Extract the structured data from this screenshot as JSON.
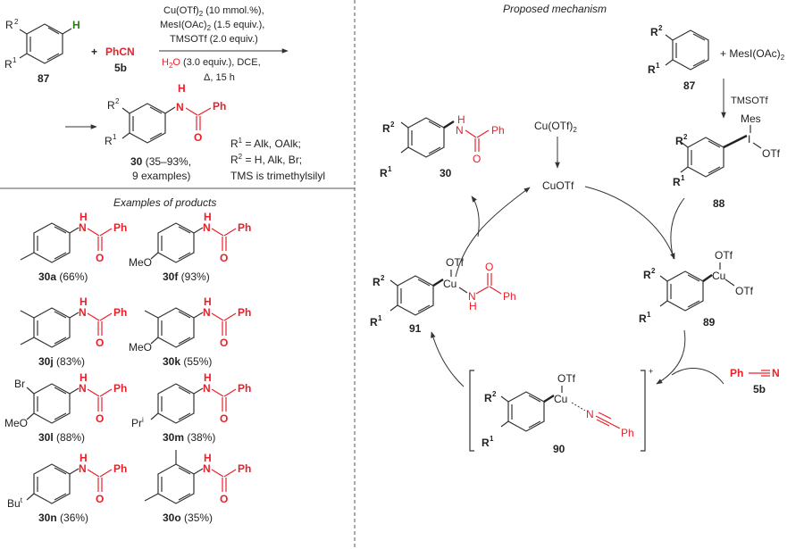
{
  "scheme": {
    "reactant": {
      "label": "87",
      "r1": "R",
      "r2": "R",
      "h": "H"
    },
    "plus": "+",
    "reagent": {
      "formula": "PhCN",
      "label": "5b"
    },
    "conditions": {
      "line1": "Cu(OTf)",
      "line1_sub": "2",
      "line1_rest": " (10 mmol.%),",
      "line2": "MesI(OAc)",
      "line2_sub": "2",
      "line2_rest": " (1.5 equiv.),",
      "line3": "TMSOTf (2.0 equiv.)",
      "line4_red": "H",
      "line4_sub": "2",
      "line4_red2": "O",
      "line4_rest": " (3.0 equiv.), DCE,",
      "line5": "Δ, 15 h"
    },
    "product": {
      "label": "30",
      "yield_text": " (35–93%,",
      "examples": "9 examples)",
      "nh": "N",
      "h": "H",
      "ph": "Ph",
      "o": "O"
    },
    "notes": {
      "r1_def": " = Alk, OAlk;",
      "r2_def": " = H, Alk, Br;",
      "tms": "TMS is trimethylsilyl"
    }
  },
  "examples": {
    "title": "Examples of products",
    "items": [
      {
        "label": "30a",
        "yield": "(66%)",
        "substituent": ""
      },
      {
        "label": "30f",
        "yield": "(93%)",
        "substituent": "MeO"
      },
      {
        "label": "30j",
        "yield": "(83%)",
        "substituent": ""
      },
      {
        "label": "30k",
        "yield": "(55%)",
        "substituent": "MeO"
      },
      {
        "label": "30l",
        "yield": "(88%)",
        "substituent": "MeO",
        "substituent2": "Br"
      },
      {
        "label": "30m",
        "yield": "(38%)",
        "substituent": "Pr",
        "sup": "i"
      },
      {
        "label": "30n",
        "yield": "(36%)",
        "substituent": "Bu",
        "sup": "t"
      },
      {
        "label": "30o",
        "yield": "(35%)",
        "substituent": ""
      }
    ],
    "amide": {
      "h": "H",
      "n": "N",
      "ph": "Ph",
      "o": "O"
    }
  },
  "mechanism": {
    "title": "Proposed mechanism",
    "start": {
      "label": "87",
      "plus_reagent": "+ MesI(OAc)",
      "plus_sub": "2"
    },
    "step1_reagent": "TMSOTf",
    "iodonium": {
      "label": "88",
      "mes": "Mes",
      "i": "I",
      "otf": "OTf"
    },
    "catalyst_pre": {
      "text": "Cu(OTf)",
      "sub": "2"
    },
    "catalyst": "CuOTf",
    "cu3": {
      "label": "89",
      "cu": "Cu",
      "otf1": "OTf",
      "otf2": "OTf"
    },
    "nitrile": {
      "ph": "Ph",
      "n": "N",
      "label": "5b"
    },
    "complex": {
      "label": "90",
      "cu": "Cu",
      "otf": "OTf",
      "n": "N",
      "ph": "Ph",
      "charge": "+"
    },
    "amido": {
      "label": "91",
      "cu": "Cu",
      "otf": "OTf",
      "n": "N",
      "h": "H",
      "o": "O",
      "ph": "Ph"
    },
    "product": {
      "label": "30",
      "h": "H",
      "n": "N",
      "ph": "Ph",
      "o": "O"
    }
  },
  "colors": {
    "accent": "#e8202a",
    "ink": "#222222"
  }
}
